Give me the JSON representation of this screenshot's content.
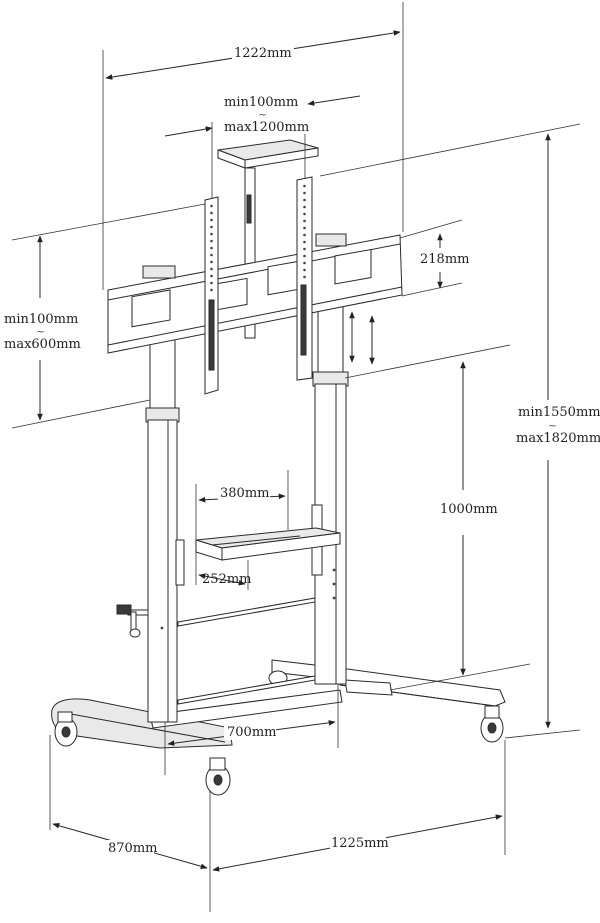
{
  "dimensions": {
    "overall_width": "1222mm",
    "vesa_width_min": "min100mm",
    "vesa_width_sep": "~",
    "vesa_width_max": "max1200mm",
    "vesa_height_min": "min100mm",
    "vesa_height_sep": "~",
    "vesa_height_max": "max600mm",
    "bracket_height": "218mm",
    "total_height_min": "min1550mm",
    "total_height_sep": "~",
    "total_height_max": "max1820mm",
    "shelf_width": "380mm",
    "shelf_depth": "252mm",
    "shelf_height": "1000mm",
    "column_spacing": "700mm",
    "base_depth": "870mm",
    "base_width": "1225mm"
  },
  "colors": {
    "line": "#2a2a2a",
    "label": "#222222",
    "background": "#ffffff"
  }
}
